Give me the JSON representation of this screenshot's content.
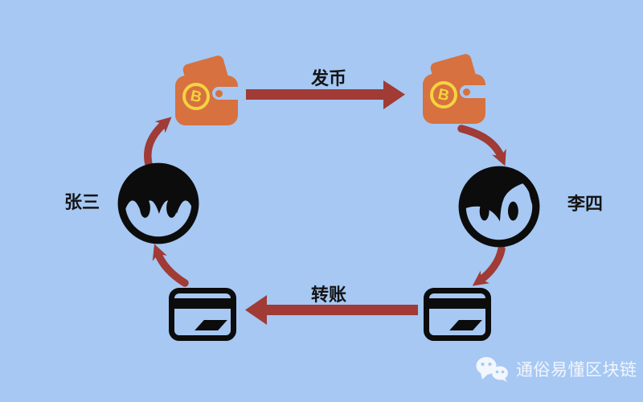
{
  "palette": {
    "background": "#A6C8F3",
    "arrow_red": "#A03B36",
    "wallet_orange": "#D7713F",
    "coin_yellow": "#F5D33F",
    "ink_black": "#0C0C0C",
    "watermark_white": "#F2F6FD"
  },
  "actors": {
    "left": {
      "name": "张三",
      "icon": "person-face-icon"
    },
    "right": {
      "name": "李四",
      "icon": "person-face-icon"
    }
  },
  "flows": {
    "issue": {
      "label": "发币",
      "direction": "right"
    },
    "transfer": {
      "label": "转账",
      "direction": "left"
    }
  },
  "wallets": {
    "icon": "bitcoin-wallet-icon",
    "coin_symbol": "B"
  },
  "cards": {
    "icon": "bank-card-icon"
  },
  "watermark": {
    "icon": "wechat-icon",
    "text": "通俗易懂区块链"
  }
}
